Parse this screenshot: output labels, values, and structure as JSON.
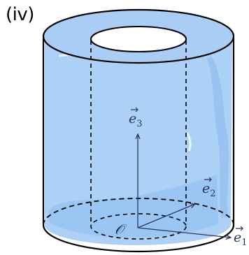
{
  "panel_label": "(iv)",
  "origin_label": "𝒪",
  "vectors": [
    {
      "id": "e1",
      "base": "e",
      "sub": "1"
    },
    {
      "id": "e2",
      "base": "e",
      "sub": "2"
    },
    {
      "id": "e3",
      "base": "e",
      "sub": "3"
    }
  ],
  "colors": {
    "fill": "#a9cdf5",
    "fill_dark": "#8dbbee",
    "outline": "#000000",
    "axis": "#2a3658"
  }
}
